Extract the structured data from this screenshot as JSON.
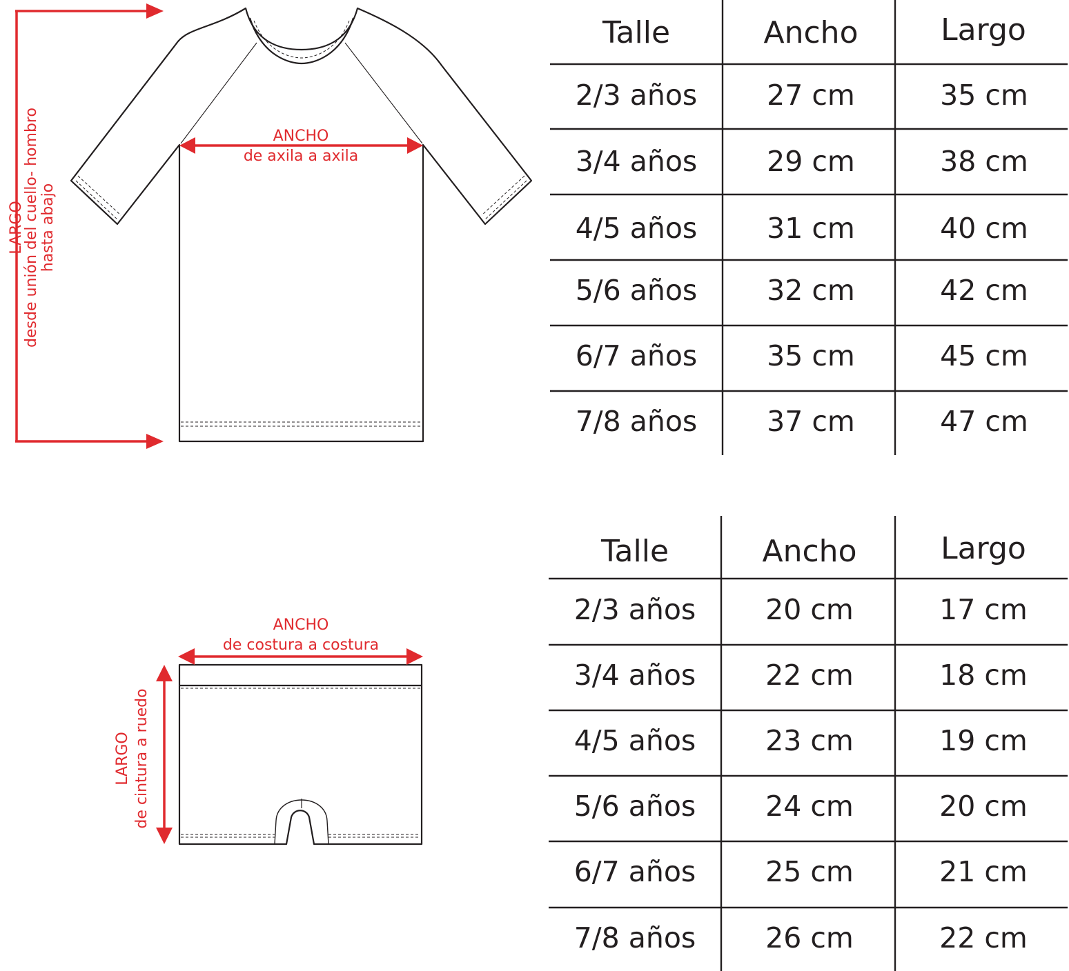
{
  "colors": {
    "ink": "#231f20",
    "measure": "#e02a2e"
  },
  "shirt": {
    "largo": {
      "title": "LARGO",
      "line1": "desde unión del cuello- hombro",
      "line2": "hasta abajo"
    },
    "ancho": {
      "title": "ANCHO",
      "subtitle": "de axila a axila"
    }
  },
  "shorts": {
    "largo": {
      "title": "LARGO",
      "subtitle": "de cintura a ruedo"
    },
    "ancho": {
      "title": "ANCHO",
      "subtitle": "de costura a costura"
    }
  },
  "tables": [
    {
      "headers": [
        "Talle",
        "Ancho",
        "Largo"
      ],
      "rows": [
        [
          "2/3 años",
          "27 cm",
          "35 cm"
        ],
        [
          "3/4 años",
          "29 cm",
          "38 cm"
        ],
        [
          "4/5 años",
          "31 cm",
          "40 cm"
        ],
        [
          "5/6 años",
          "32 cm",
          "42 cm"
        ],
        [
          "6/7 años",
          "35 cm",
          "45 cm"
        ],
        [
          "7/8 años",
          "37 cm",
          "47 cm"
        ]
      ]
    },
    {
      "headers": [
        "Talle",
        "Ancho",
        "Largo"
      ],
      "rows": [
        [
          "2/3 años",
          "20 cm",
          "17 cm"
        ],
        [
          "3/4 años",
          "22 cm",
          "18 cm"
        ],
        [
          "4/5 años",
          "23 cm",
          "19 cm"
        ],
        [
          "5/6 años",
          "24 cm",
          "20 cm"
        ],
        [
          "6/7 años",
          "25 cm",
          "21 cm"
        ],
        [
          "7/8 años",
          "26 cm",
          "22 cm"
        ]
      ]
    }
  ]
}
